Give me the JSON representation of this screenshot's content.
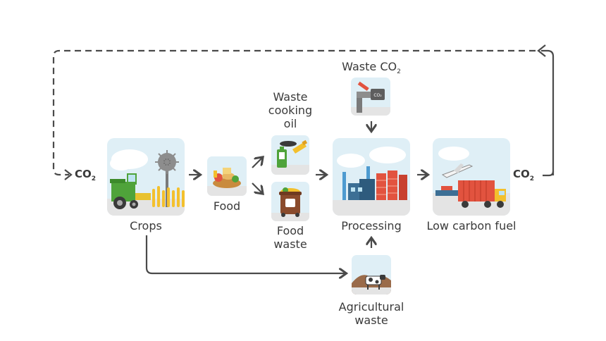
{
  "labels": {
    "crops": "Crops",
    "food": "Food",
    "waste_cooking_oil": [
      "Waste",
      "cooking",
      "oil"
    ],
    "food_waste": [
      "Food",
      "waste"
    ],
    "processing": "Processing",
    "low_carbon_fuel": "Low carbon fuel",
    "waste_co2": "Waste CO",
    "agricultural_waste": [
      "Agricultural",
      "waste"
    ],
    "co2_left": "CO",
    "co2_right": "CO",
    "co2_subscript": "2"
  },
  "icons": {
    "crops": "harvester-field-icon",
    "food": "food-basket-icon",
    "waste_cooking_oil": "cooking-oil-icon",
    "food_waste": "food-waste-bin-icon",
    "waste_co2": "co2-pipe-icon",
    "processing": "refinery-icon",
    "low_carbon_fuel": "transport-icon",
    "agricultural_waste": "cow-field-icon"
  },
  "colors": {
    "text": "#3a3a3a",
    "arrow": "#4a4a4a",
    "tile_sky": "#dfeff6",
    "tile_ground": "#e4e4e4",
    "red": "#e2533f",
    "green": "#4fa33a",
    "yellow": "#f3c02d"
  }
}
